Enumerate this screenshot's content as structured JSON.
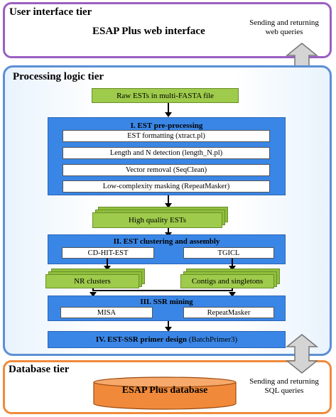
{
  "tiers": {
    "ui": {
      "title": "User interface tier",
      "component": "ESAP Plus web interface",
      "note_line1": "Sending and returning",
      "note_line2": "web queries"
    },
    "processing": {
      "title": "Processing logic tier"
    },
    "database": {
      "title": "Database tier",
      "component": "ESAP Plus database",
      "note_line1": "Sending and returning",
      "note_line2": "SQL queries"
    }
  },
  "input": "Raw ESTs in multi-FASTA file",
  "stage1": {
    "title": "I. EST pre-processing",
    "steps": [
      "EST formatting (xtract.pl)",
      "Length and N detection (length_N.pl)",
      "Vector removal (SeqClean)",
      "Low-complexity masking (RepeatMasker)"
    ]
  },
  "high_quality": "High quality ESTs",
  "stage2": {
    "title": "II. EST clustering and assembly",
    "tools": [
      "CD-HIT-EST",
      "TGICL"
    ]
  },
  "outputs2": [
    "NR clusters",
    "Contigs and singletons"
  ],
  "stage3": {
    "title": "III. SSR mining",
    "tools": [
      "MISA",
      "RepeatMasker"
    ]
  },
  "stage4": {
    "title_bold": "IV. EST-SSR primer design",
    "title_tool": " (BatchPrimer3)"
  },
  "colors": {
    "ui_border": "#9a5fc2",
    "processing_border": "#5b8fd6",
    "database_border": "#f08a3a",
    "stage_fill": "#3a86e6",
    "green_fill": "#9ecb4b",
    "database_fill": "#f08a3a"
  }
}
